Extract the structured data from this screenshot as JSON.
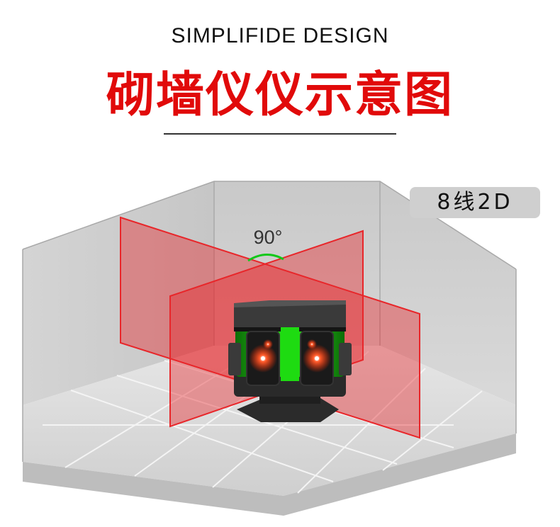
{
  "header": {
    "subtitle": "SIMPLIFIDE DESIGN",
    "title": "砌墙仪仪示意图"
  },
  "badge": {
    "label": "8线2D"
  },
  "diagram": {
    "angle_label": "90°",
    "colors": {
      "laser_plane": "#e8262a",
      "room_gray": "#bdbdbd",
      "device_green": "#1bd10f",
      "arc_green": "#12c81a"
    }
  }
}
